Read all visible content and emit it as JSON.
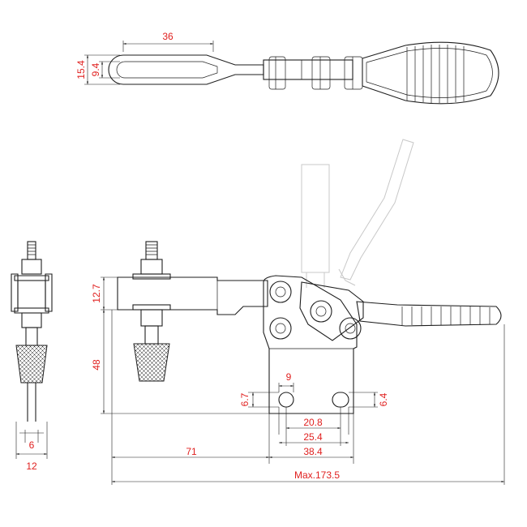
{
  "dimension_color": "#e0201f",
  "line_color": "#1e1e1e",
  "top_view": {
    "handle_length": "36",
    "outer_height": "15.4",
    "inner_height": "9.4"
  },
  "end_view": {
    "bolt_diameter": "6",
    "spindle_width": "12"
  },
  "side_view": {
    "arm_height": "12.7",
    "mount_height": "48",
    "slot_spacing_top": "9",
    "slot_height": "6.7",
    "slot_width": "6.4",
    "hole_spacing_inner": "20.8",
    "hole_spacing_outer": "25.4",
    "base_length": "38.4",
    "spindle_reach": "71",
    "max_length": "Max.173.5"
  }
}
